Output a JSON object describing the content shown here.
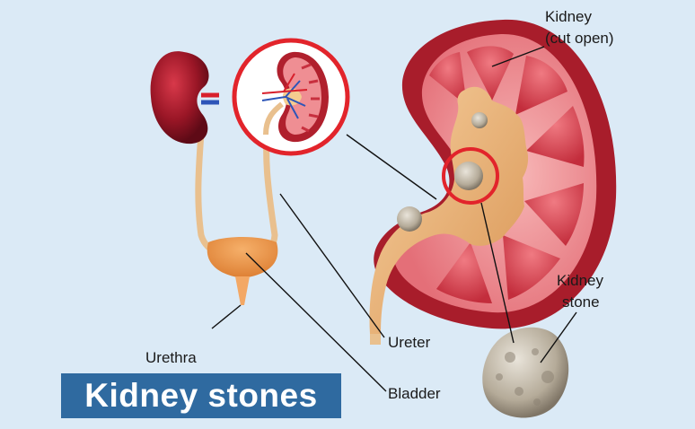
{
  "title": "Kidney stones",
  "labels": {
    "kidney_cut_open_line1": "Kidney",
    "kidney_cut_open_line2": "(cut open)",
    "kidney_stone_line1": "Kidney",
    "kidney_stone_line2": "stone",
    "ureter": "Ureter",
    "urethra": "Urethra",
    "bladder": "Bladder"
  },
  "colors": {
    "background": "#dbeaf6",
    "title_bar": "#2f6aa0",
    "highlight_ring": "#e2242b",
    "kidney_outer": "#b0202d",
    "kidney_tissue": "#e8737a",
    "urine_duct": "#e9b57c",
    "bladder": "#ee9c4f",
    "stone": "#c8c0b1"
  },
  "icons": [
    "kidney-icon",
    "bladder-icon",
    "kidney-stone-icon"
  ]
}
